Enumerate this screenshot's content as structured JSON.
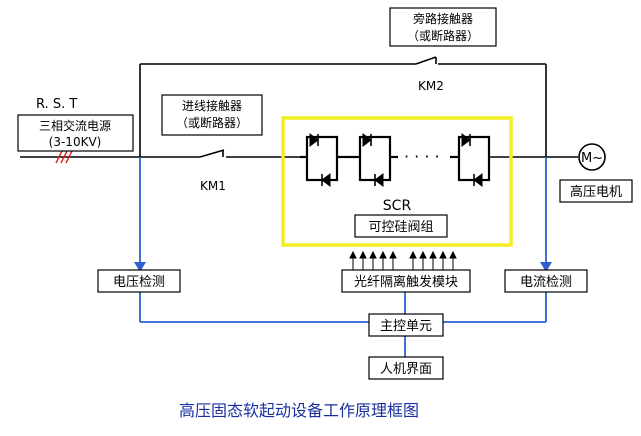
{
  "source": {
    "phases": "R. S. T",
    "name": "三相交流电源",
    "range": "(3-10KV)"
  },
  "bypass": {
    "line1": "旁路接触器",
    "line2": "（或断路器）",
    "switch_label": "KM2"
  },
  "incoming": {
    "line1": "进线接触器",
    "line2": "（或断路器）",
    "switch_label": "KM1"
  },
  "scr": {
    "label": "SCR",
    "group_name": "可控硅阀组",
    "ellipsis": "· · · ·"
  },
  "motor": {
    "symbol": "M~",
    "name": "高压电机"
  },
  "blocks": {
    "voltage_detect": "电压检测",
    "fiber_trigger": "光纤隔离触发模块",
    "current_detect": "电流检测",
    "main_control": "主控单元",
    "hmi": "人机界面"
  },
  "caption": "高压固态软起动设备工作原理框图",
  "colors": {
    "main_line": "#000000",
    "control_line": "#2f5fd0",
    "scr_frame": "#f2ee22",
    "caption": "#1a2fa0",
    "phase_ticks": "#e02020"
  }
}
